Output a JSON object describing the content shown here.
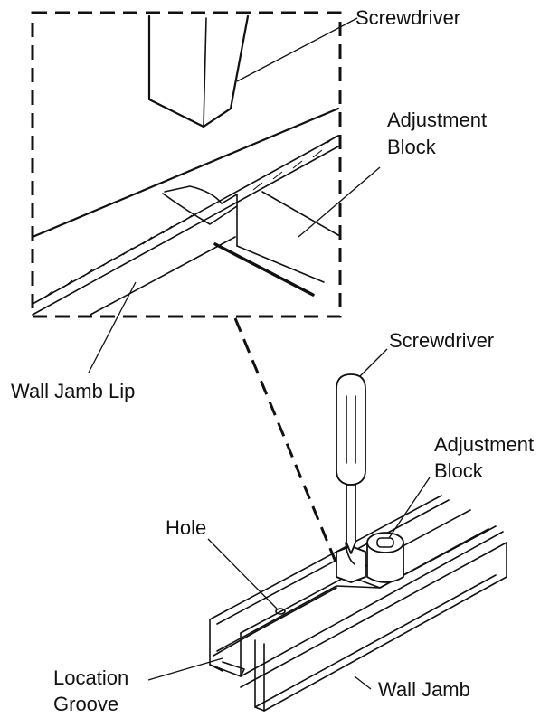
{
  "labels": {
    "screwdriver_top": "Screwdriver",
    "adjustment_block_top_1": "Adjustment",
    "adjustment_block_top_2": "Block",
    "wall_jamb_lip": "Wall Jamb Lip",
    "screwdriver_bottom": "Screwdriver",
    "adjustment_block_bottom_1": "Adjustment",
    "adjustment_block_bottom_2": "Block",
    "hole": "Hole",
    "location_groove_1": "Location",
    "location_groove_2": "Groove",
    "wall_jamb": "Wall Jamb"
  }
}
